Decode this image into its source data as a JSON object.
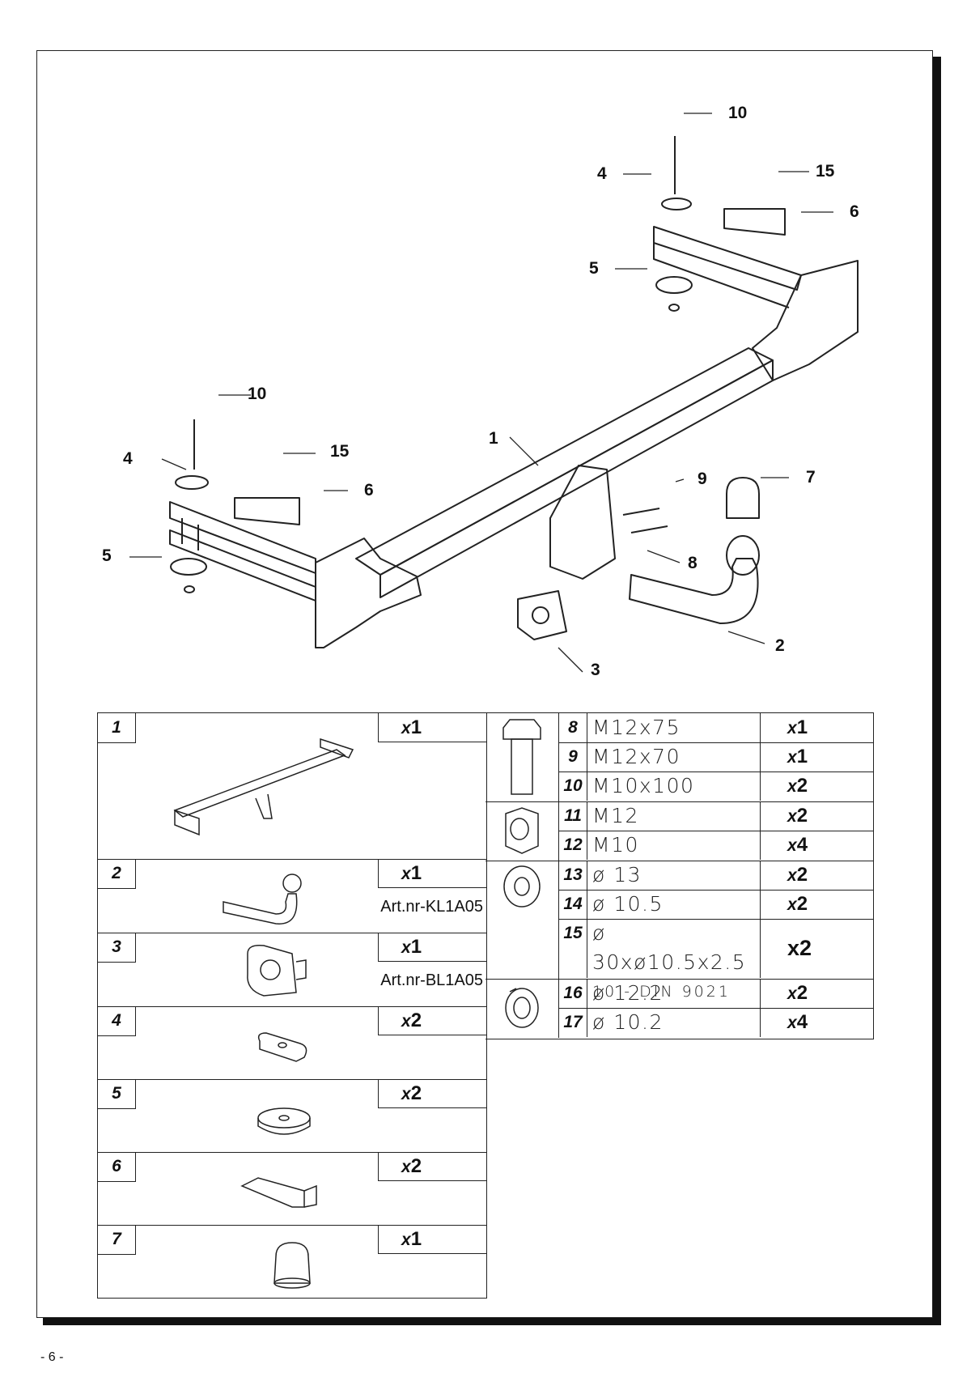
{
  "callouts": [
    "10",
    "15",
    "4",
    "6",
    "5",
    "10",
    "4",
    "15",
    "6",
    "5",
    "1",
    "9",
    "7",
    "8",
    "3",
    "2"
  ],
  "parts": [
    {
      "num": "1",
      "qty_prefix": "x",
      "qty_num": "1",
      "art": ""
    },
    {
      "num": "2",
      "qty_prefix": "x",
      "qty_num": "1",
      "art": "Art.nr-KL1A05"
    },
    {
      "num": "3",
      "qty_prefix": "x",
      "qty_num": "1",
      "art": "Art.nr-BL1A05"
    },
    {
      "num": "4",
      "qty_prefix": "x",
      "qty_num": "2",
      "art": ""
    },
    {
      "num": "5",
      "qty_prefix": "x",
      "qty_num": "2",
      "art": ""
    },
    {
      "num": "6",
      "qty_prefix": "x",
      "qty_num": "2",
      "art": ""
    },
    {
      "num": "7",
      "qty_prefix": "x",
      "qty_num": "1",
      "art": ""
    }
  ],
  "hardware": [
    {
      "num": "8",
      "desc": "M12x75",
      "qty_prefix": "x",
      "qty_num": "1"
    },
    {
      "num": "9",
      "desc": "M12x70",
      "qty_prefix": "x",
      "qty_num": "1"
    },
    {
      "num": "10",
      "desc": "M10x100",
      "qty_prefix": "x",
      "qty_num": "2"
    },
    {
      "num": "11",
      "desc": "M12",
      "qty_prefix": "x",
      "qty_num": "2"
    },
    {
      "num": "12",
      "desc": "M10",
      "qty_prefix": "x",
      "qty_num": "4"
    },
    {
      "num": "13",
      "desc": "ø 13",
      "qty_prefix": "x",
      "qty_num": "2"
    },
    {
      "num": "14",
      "desc": "ø 10.5",
      "qty_prefix": "x",
      "qty_num": "2"
    },
    {
      "num": "15",
      "desc": "ø 30xø10.5x2.5",
      "desc2": "10 - DIN 9021",
      "qty_prefix": "",
      "qty_num": "x2"
    },
    {
      "num": "16",
      "desc": "ø 12.2",
      "qty_prefix": "x",
      "qty_num": "2"
    },
    {
      "num": "17",
      "desc": "ø 10.2",
      "qty_prefix": "x",
      "qty_num": "4"
    }
  ],
  "footer": "- 6 -"
}
